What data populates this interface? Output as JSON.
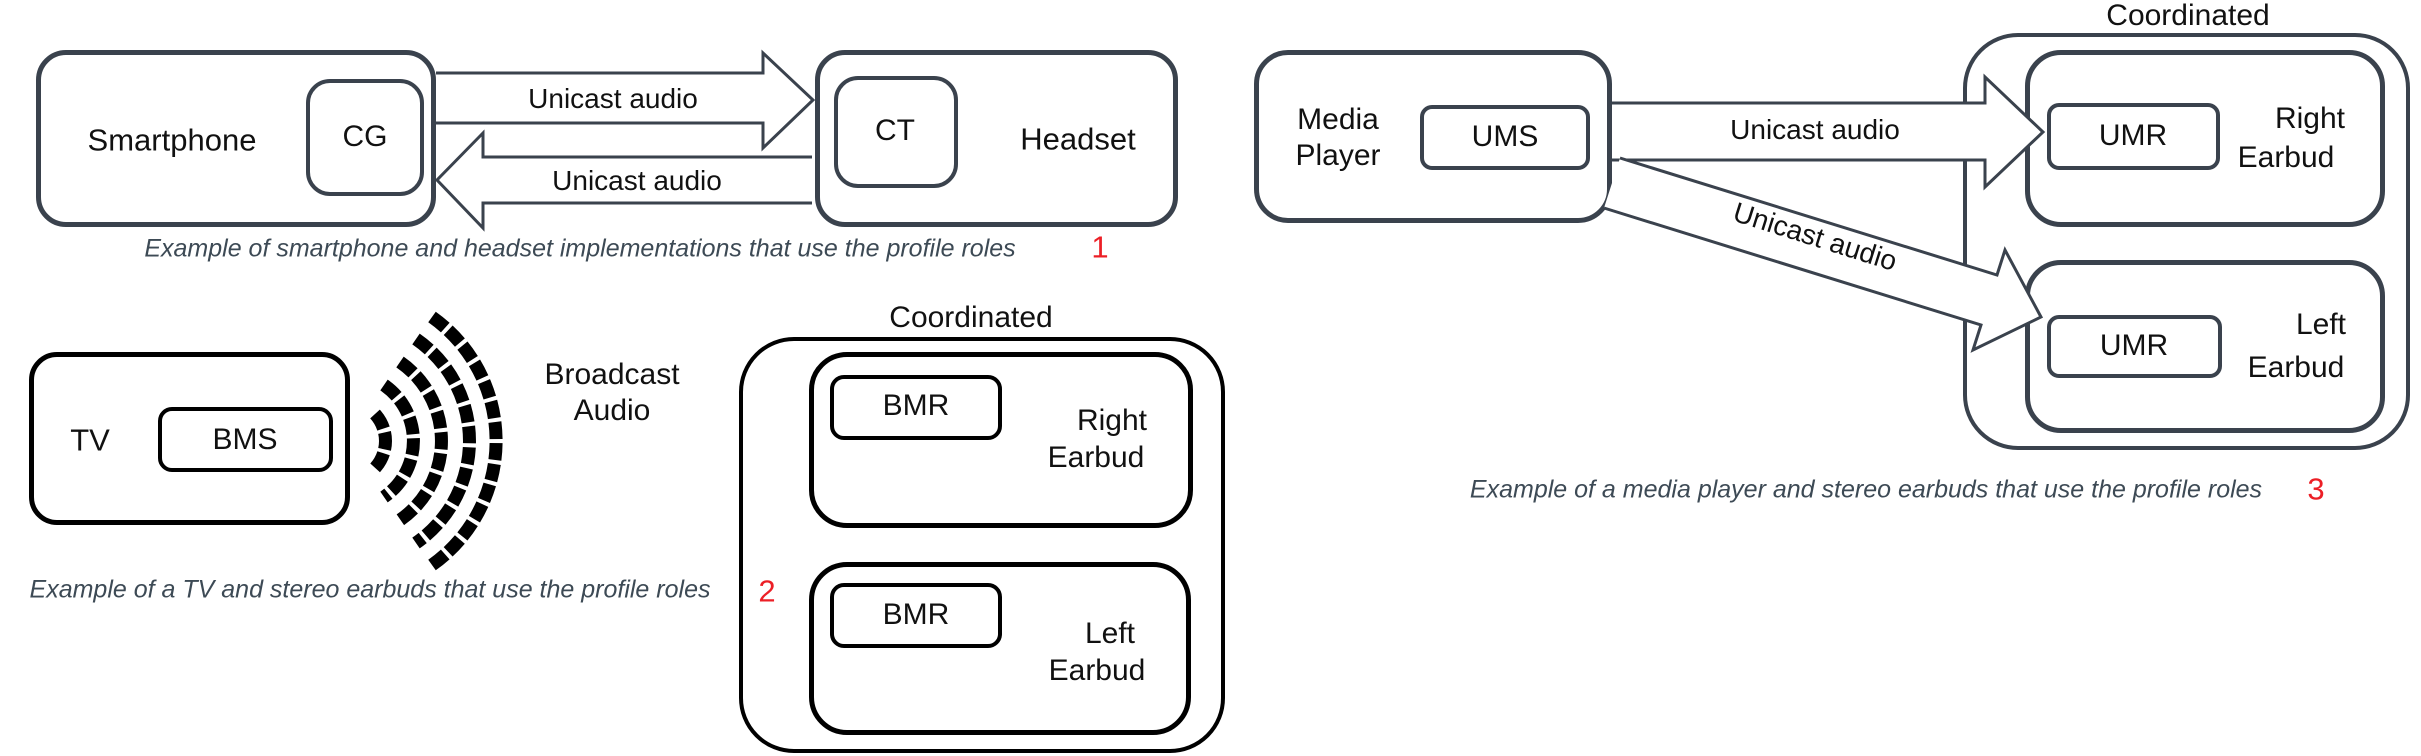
{
  "colors": {
    "diagram_stroke_dark": "#3a424d",
    "diagram_stroke_black": "#000000",
    "caption_text": "#3d4a55",
    "figure_number_red": "#ec1f26",
    "label_text": "#111111"
  },
  "ex1": {
    "device_left": {
      "label": "Smartphone",
      "role": "CG"
    },
    "device_right": {
      "label": "Headset",
      "role": "CT"
    },
    "arrow_forward_label": "Unicast audio",
    "arrow_back_label": "Unicast audio",
    "caption": "Example of smartphone and headset implementations that use the profile roles",
    "number": "1"
  },
  "ex2": {
    "device_left": {
      "label": "TV",
      "role": "BMS"
    },
    "broadcast_line1": "Broadcast",
    "broadcast_line2": "Audio",
    "group_title": "Coordinated",
    "earbud_top": {
      "role": "BMR",
      "name_line1": "Right",
      "name_line2": "Earbud"
    },
    "earbud_bottom": {
      "role": "BMR",
      "name_line1": "Left",
      "name_line2": "Earbud"
    },
    "caption": "Example of a TV and stereo earbuds that use the profile roles",
    "number": "2"
  },
  "ex3": {
    "device_left": {
      "label_line1": "Media",
      "label_line2": "Player",
      "role": "UMS"
    },
    "group_title": "Coordinated",
    "earbud_top": {
      "role": "UMR",
      "name_line1": "Right",
      "name_line2": "Earbud"
    },
    "earbud_bottom": {
      "role": "UMR",
      "name_line1": "Left",
      "name_line2": "Earbud"
    },
    "arrow_top_label": "Unicast audio",
    "arrow_diagonal_label": "Unicast audio",
    "caption": "Example of a media player and stereo earbuds that use the profile roles",
    "number": "3"
  }
}
